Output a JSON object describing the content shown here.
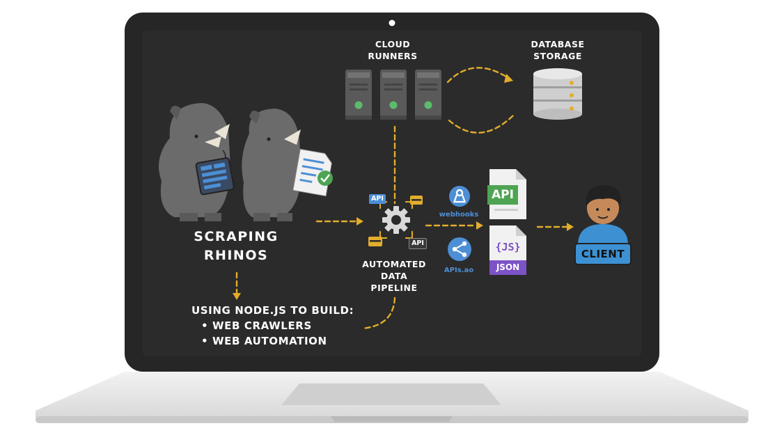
{
  "labels": {
    "cloud_runners": [
      "CLOUD",
      "RUNNERS"
    ],
    "database_storage": [
      "DATABASE",
      "STORAGE"
    ],
    "scraping_rhinos": [
      "SCRAPING",
      "RHINOS"
    ],
    "pipeline": [
      "AUTOMATED",
      "DATA",
      "PIPELINE"
    ],
    "build_heading": "USING NODE.JS TO BUILD:",
    "build_items": [
      "• WEB CRAWLERS",
      "• WEB AUTOMATION"
    ],
    "webhooks": "webhooks",
    "apis_ao": "APIs.ao",
    "api_badge": "API",
    "api_file": "API",
    "json_file_icon": "{JS}",
    "json_file": "JSON",
    "client": "CLIENT"
  },
  "icons": [
    "rhino-tablet-icon",
    "rhino-document-icon",
    "server-icon",
    "database-icon",
    "gear-icon",
    "webhook-icon",
    "share-icon",
    "api-file-icon",
    "json-file-icon",
    "client-avatar-icon"
  ],
  "colors": {
    "screen": "#2b2b2b",
    "bezel": "#262626",
    "arrow": "#e3ad2c",
    "api_green": "#4ea452",
    "json_purple": "#7c53c6",
    "link_blue": "#4d8fd6",
    "client_blue": "#3d91d3",
    "server_led": "#5bbd6b"
  }
}
